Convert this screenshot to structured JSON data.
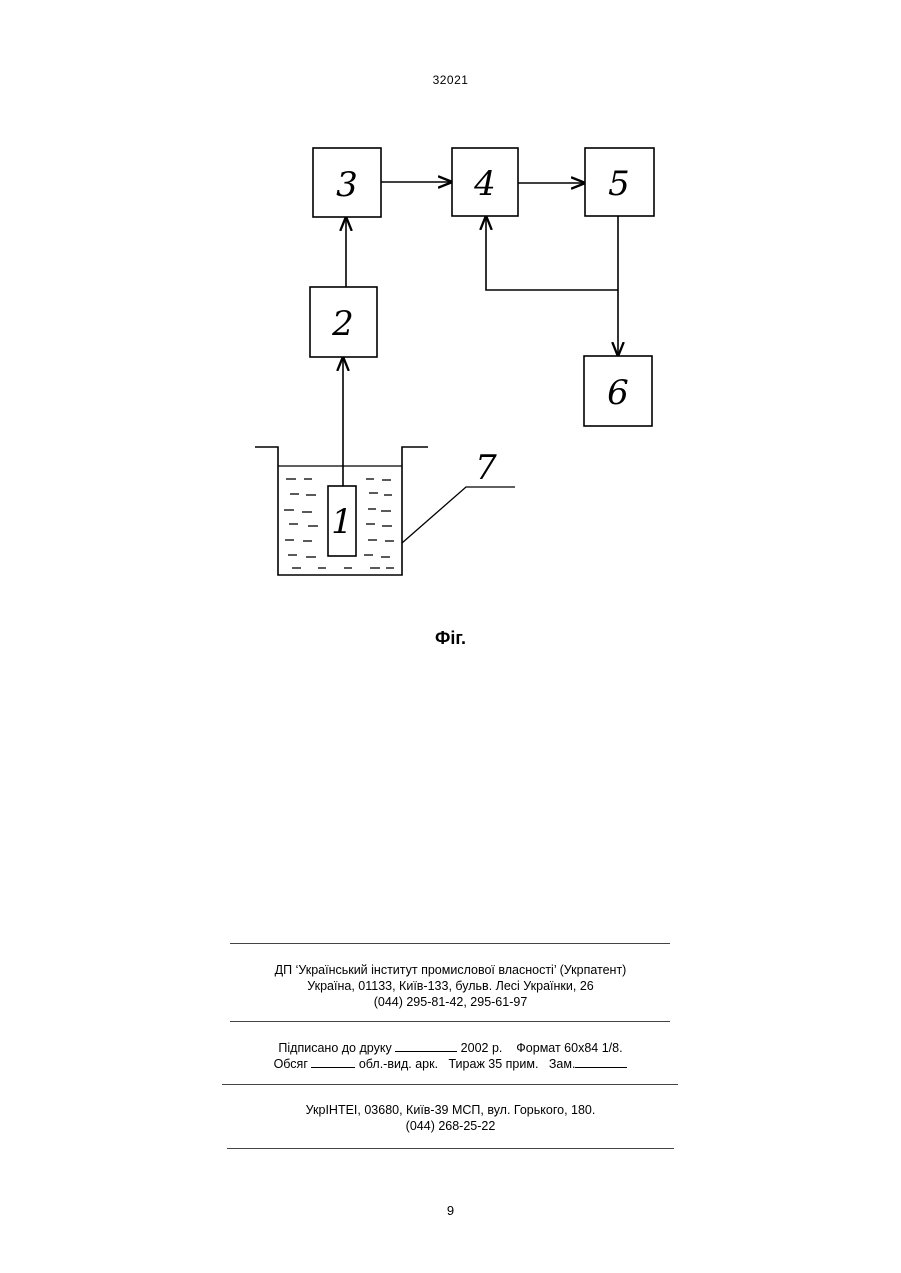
{
  "header": {
    "doc_number": "32021"
  },
  "figure": {
    "caption": "Фіг.",
    "blocks": [
      {
        "id": "1",
        "label": "1"
      },
      {
        "id": "2",
        "label": "2"
      },
      {
        "id": "3",
        "label": "3"
      },
      {
        "id": "4",
        "label": "4"
      },
      {
        "id": "5",
        "label": "5"
      },
      {
        "id": "6",
        "label": "6"
      }
    ],
    "vessel_label": "7"
  },
  "imprint": {
    "publisher": {
      "line1": "ДП ‘Український інститут промислової власності’ (Укрпатент)",
      "line2": "Україна, 01133, Київ-133, бульв. Лесі Українки, 26",
      "line3": "(044) 295-81-42, 295-61-97"
    },
    "print_info": {
      "signed_label": "Підписано до друку",
      "signed_year": "2002 р.",
      "format": "Формат 60х84 1/8.",
      "volume_label": "Обсяг",
      "volume_unit": "обл.-вид. арк.",
      "circulation": "Тираж 35 прим.",
      "order_label": "Зам."
    },
    "printer": {
      "line1": "УкрІНТЕІ, 03680, Київ-39 МСП, вул. Горького, 180.",
      "line2": "(044) 268-25-22"
    }
  },
  "footer": {
    "page_number": "9"
  }
}
